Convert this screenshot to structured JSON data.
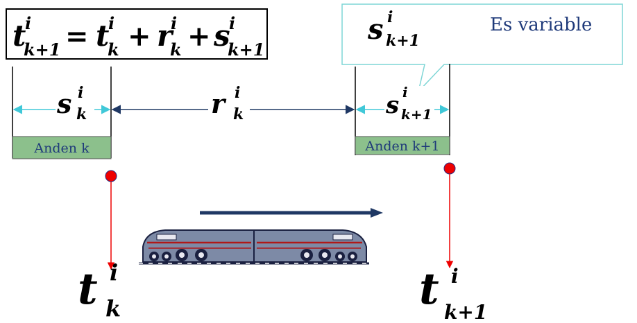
{
  "formula": {
    "lhs_base": "t",
    "lhs_sup": "i",
    "lhs_sub": "k+1",
    "eq": "=",
    "t_base": "t",
    "t_sup": "i",
    "t_sub": "k",
    "plus1": "+",
    "r_base": "r",
    "r_sup": "i",
    "r_sub": "k",
    "plus2": "+",
    "s_base": "s",
    "s_sup": "i",
    "s_sub": "k+1"
  },
  "callout": {
    "symbol_base": "s",
    "symbol_sup": "i",
    "symbol_sub": "k+1",
    "text": "Es variable"
  },
  "segments": {
    "s_k": {
      "base": "s",
      "sup": "i",
      "sub": "k"
    },
    "r_k": {
      "base": "r",
      "sup": "i",
      "sub": "k"
    },
    "s_k1": {
      "base": "s",
      "sup": "i",
      "sub": "k+1"
    }
  },
  "platforms": {
    "left_label": "Anden k",
    "right_label": "Anden k+1"
  },
  "times": {
    "left": {
      "base": "t",
      "sup": "i",
      "sub": "k"
    },
    "right": {
      "base": "t",
      "sup": "i",
      "sub": "k+1"
    }
  },
  "colors": {
    "arrow_cyan": "#40c8d8",
    "arrow_navy": "#1f3864",
    "callout_border": "#7fd6d6",
    "callout_text": "#1f3a7a",
    "platform_fill": "#8cc08c",
    "dot_red": "#ee0000",
    "train_body": "#7d8aa6"
  }
}
